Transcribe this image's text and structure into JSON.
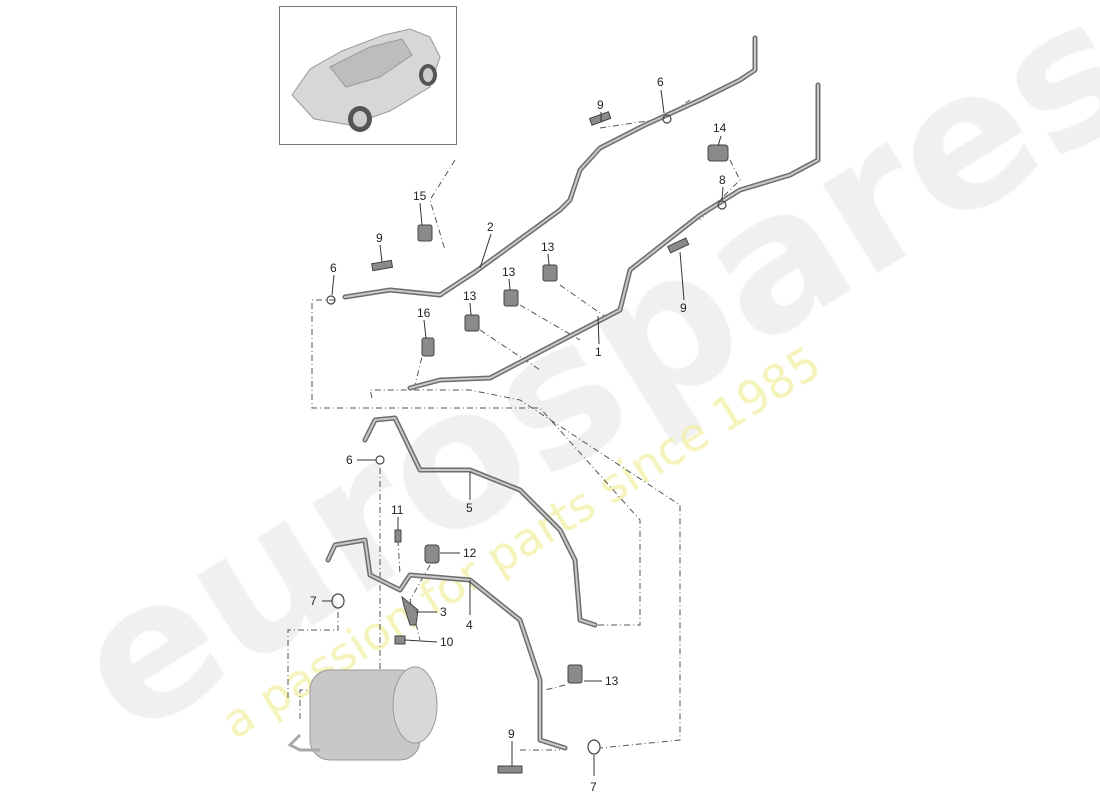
{
  "watermark": {
    "brand": "eurospares",
    "tagline": "a passion for parts since 1985"
  },
  "thumbnail": {
    "subject": "car-overview"
  },
  "callouts": [
    "9",
    "6",
    "14",
    "8",
    "15",
    "2",
    "9",
    "13",
    "6",
    "13",
    "13",
    "9",
    "16",
    "1",
    "6",
    "5",
    "11",
    "12",
    "3",
    "7",
    "4",
    "10",
    "13",
    "9",
    "7"
  ]
}
